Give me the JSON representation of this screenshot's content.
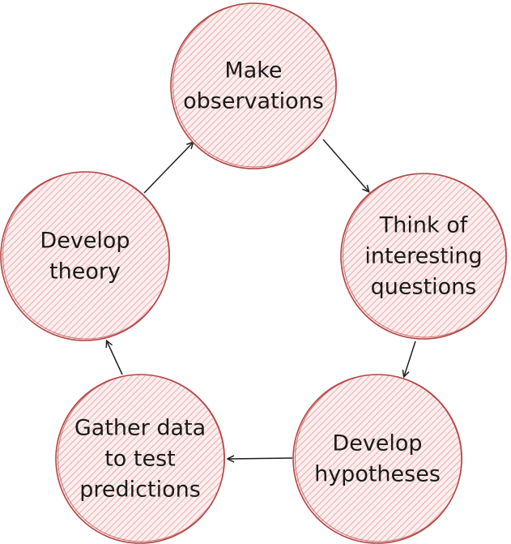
{
  "colors": {
    "circle_fill": "#fdeeee",
    "circle_stroke": "#b44545",
    "hatch": "#e29a9a",
    "arrow": "#1e1e1e",
    "text": "#1a1a1a"
  },
  "nodes": [
    {
      "id": "make-observations",
      "lines": [
        "Make",
        "observations"
      ]
    },
    {
      "id": "think-of-interesting-questions",
      "lines": [
        "Think of",
        "interesting",
        "questions"
      ]
    },
    {
      "id": "develop-hypotheses",
      "lines": [
        "Develop",
        "hypotheses"
      ]
    },
    {
      "id": "gather-data-to-test-predictions",
      "lines": [
        "Gather data",
        "to test",
        "predictions"
      ]
    },
    {
      "id": "develop-theory",
      "lines": [
        "Develop",
        "theory"
      ]
    }
  ],
  "edges": [
    {
      "from": "make-observations",
      "to": "think-of-interesting-questions"
    },
    {
      "from": "think-of-interesting-questions",
      "to": "develop-hypotheses"
    },
    {
      "from": "develop-hypotheses",
      "to": "gather-data-to-test-predictions"
    },
    {
      "from": "gather-data-to-test-predictions",
      "to": "develop-theory"
    },
    {
      "from": "develop-theory",
      "to": "make-observations"
    }
  ]
}
